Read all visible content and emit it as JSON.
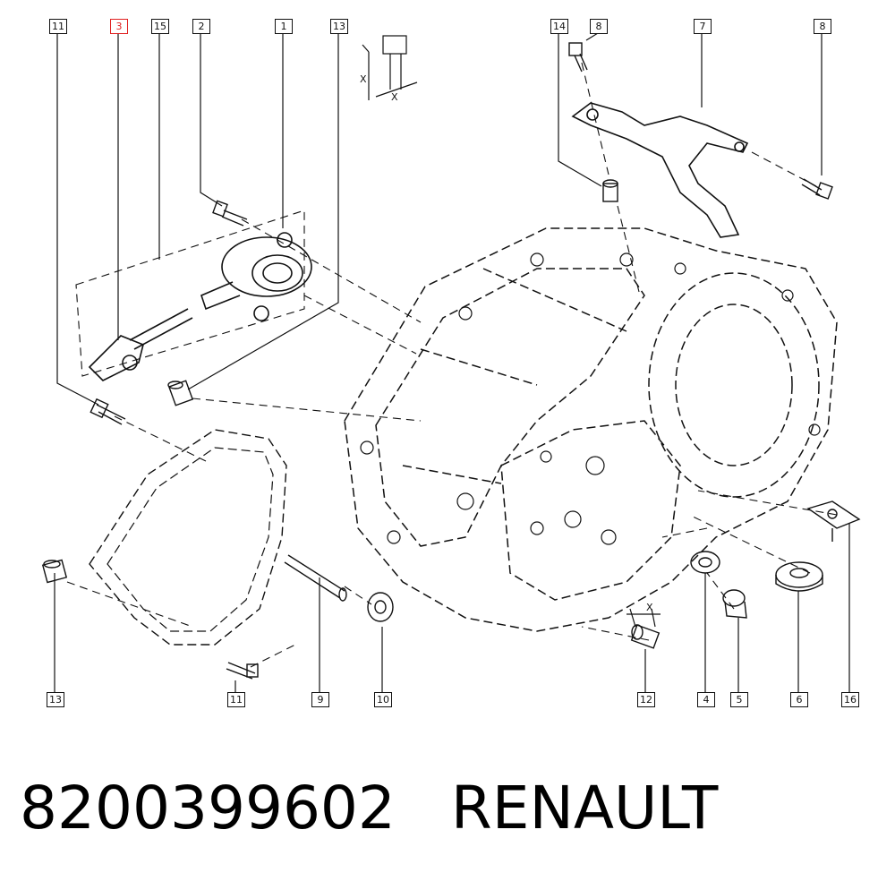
{
  "callouts": {
    "c11_top": "11",
    "c3": "3",
    "c15": "15",
    "c2": "2",
    "c1": "1",
    "c13_top": "13",
    "c14": "14",
    "c8_left": "8",
    "c7": "7",
    "c8_right": "8",
    "c13_bottom": "13",
    "c11_bottom": "11",
    "c9": "9",
    "c10": "10",
    "c12": "12",
    "c4": "4",
    "c5": "5",
    "c6": "6",
    "c16": "16"
  },
  "highlighted_callout": "3",
  "dimension_marks": {
    "x_vert": "X",
    "x_horiz": "X",
    "x_right": "X"
  },
  "footer": {
    "part_number": "8200399602",
    "brand": "RENAULT"
  },
  "colors": {
    "line": "#111111",
    "highlight": "#e02020",
    "background": "#ffffff"
  }
}
